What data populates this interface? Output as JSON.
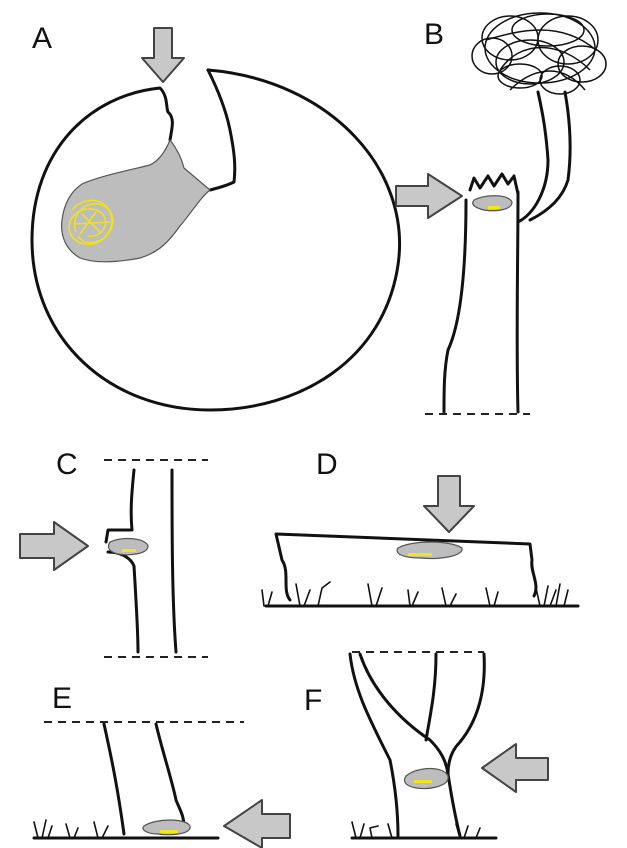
{
  "panels": {
    "A": {
      "label": "A"
    },
    "B": {
      "label": "B"
    },
    "C": {
      "label": "C"
    },
    "D": {
      "label": "D"
    },
    "E": {
      "label": "E"
    },
    "F": {
      "label": "F"
    }
  },
  "colors": {
    "arrow_fill": "#c8c8c8",
    "cavity_fill": "#bdbdbd",
    "nest_color": "#f2e61a",
    "ink": "#111111"
  },
  "icons": {
    "pointer": "block-arrow-icon"
  }
}
